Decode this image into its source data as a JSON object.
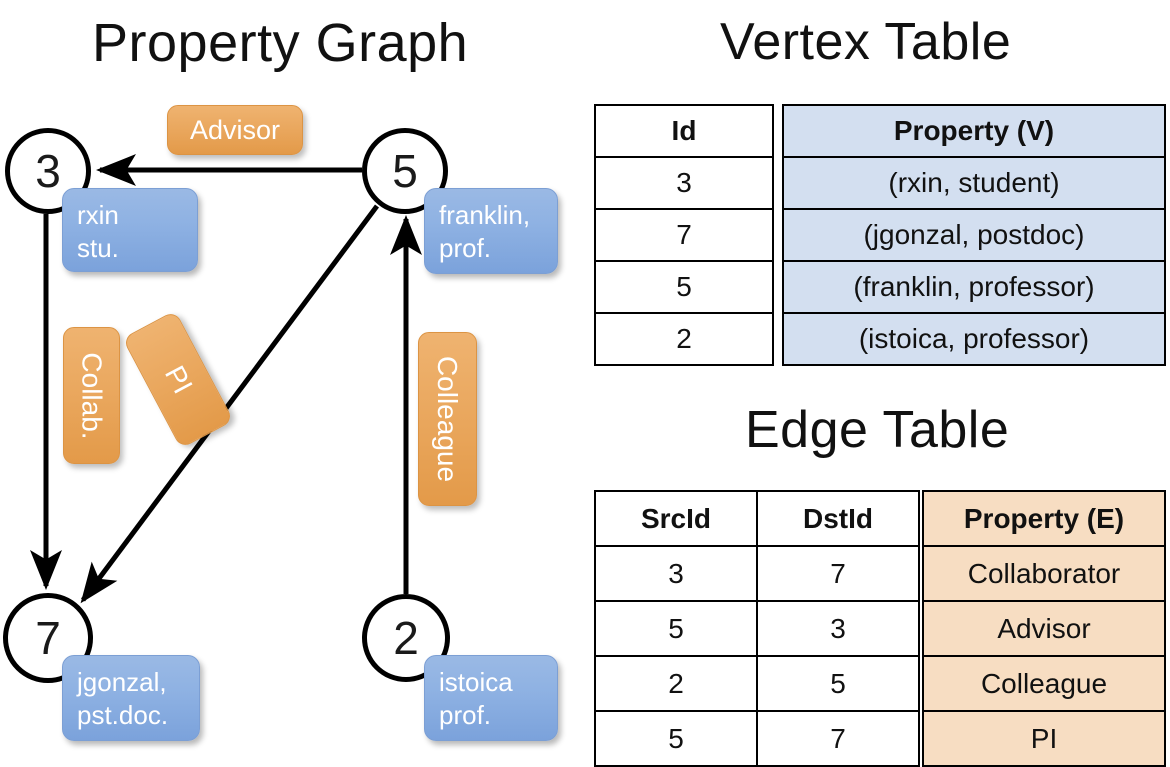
{
  "titles": {
    "property_graph": "Property Graph",
    "vertex_table": "Vertex Table",
    "edge_table": "Edge Table"
  },
  "colors": {
    "vertex_property_fill": "#d3dff0",
    "edge_property_fill": "#f7ddc2",
    "node_label_box": "#8fb2e3",
    "edge_label_box": "#eaa85f",
    "stroke": "#000000",
    "background": "#ffffff"
  },
  "graph": {
    "nodes": [
      {
        "id": "3",
        "label_line1": "rxin",
        "label_line2": "stu."
      },
      {
        "id": "5",
        "label_line1": "franklin,",
        "label_line2": "prof."
      },
      {
        "id": "7",
        "label_line1": "jgonzal,",
        "label_line2": "pst.doc."
      },
      {
        "id": "2",
        "label_line1": "istoica",
        "label_line2": "prof."
      }
    ],
    "edge_labels": [
      {
        "name": "advisor",
        "text": "Advisor"
      },
      {
        "name": "collab",
        "text": "Collab."
      },
      {
        "name": "pi",
        "text": "PI"
      },
      {
        "name": "colleague",
        "text": "Colleague"
      }
    ],
    "edges": [
      {
        "from": "5",
        "to": "3",
        "label": "Advisor"
      },
      {
        "from": "3",
        "to": "7",
        "label": "Collab."
      },
      {
        "from": "5",
        "to": "7",
        "label": "PI"
      },
      {
        "from": "2",
        "to": "5",
        "label": "Colleague"
      }
    ]
  },
  "vertex_table": {
    "headers": [
      "Id",
      "Property (V)"
    ],
    "rows": [
      {
        "id": "3",
        "property": "(rxin, student)"
      },
      {
        "id": "7",
        "property": "(jgonzal, postdoc)"
      },
      {
        "id": "5",
        "property": "(franklin, professor)"
      },
      {
        "id": "2",
        "property": "(istoica, professor)"
      }
    ]
  },
  "edge_table": {
    "headers": [
      "SrcId",
      "DstId",
      "Property (E)"
    ],
    "rows": [
      {
        "src": "3",
        "dst": "7",
        "property": "Collaborator"
      },
      {
        "src": "5",
        "dst": "3",
        "property": "Advisor"
      },
      {
        "src": "2",
        "dst": "5",
        "property": "Colleague"
      },
      {
        "src": "5",
        "dst": "7",
        "property": "PI"
      }
    ]
  },
  "chart_data": {
    "type": "diagram",
    "title": "Property Graph",
    "nodes": [
      "3",
      "7",
      "5",
      "2"
    ],
    "edges": [
      {
        "src": "3",
        "dst": "7",
        "label": "Collaborator"
      },
      {
        "src": "5",
        "dst": "3",
        "label": "Advisor"
      },
      {
        "src": "2",
        "dst": "5",
        "label": "Colleague"
      },
      {
        "src": "5",
        "dst": "7",
        "label": "PI"
      }
    ]
  }
}
